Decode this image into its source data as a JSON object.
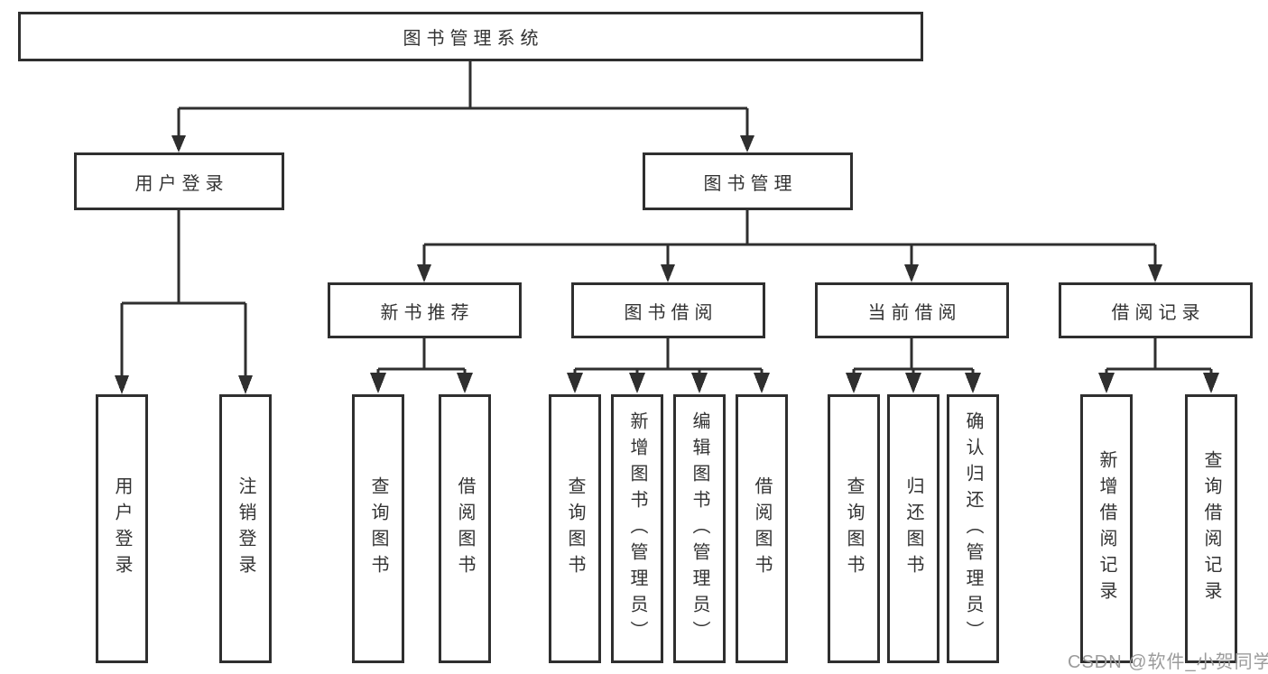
{
  "diagram": {
    "type": "hierarchy-tree",
    "colors": {
      "line": "#2f2f2f",
      "box_border": "#2f2f2f",
      "box_fill": "#ffffff",
      "text": "#333333",
      "watermark": "#9b9b9b",
      "background": "#ffffff"
    }
  },
  "tree": {
    "label": "图书管理系统",
    "children": [
      {
        "label": "用户登录",
        "children": [
          {
            "label": "用户登录"
          },
          {
            "label": "注销登录"
          }
        ]
      },
      {
        "label": "图书管理",
        "children": [
          {
            "label": "新书推荐",
            "children": [
              {
                "label": "查询图书"
              },
              {
                "label": "借阅图书"
              }
            ]
          },
          {
            "label": "图书借阅",
            "children": [
              {
                "label": "查询图书"
              },
              {
                "label": "新增图书（管理员）"
              },
              {
                "label": "编辑图书（管理员）"
              },
              {
                "label": "借阅图书"
              }
            ]
          },
          {
            "label": "当前借阅",
            "children": [
              {
                "label": "查询图书"
              },
              {
                "label": "归还图书"
              },
              {
                "label": "确认归还（管理员）"
              }
            ]
          },
          {
            "label": "借阅记录",
            "children": [
              {
                "label": "新增借阅记录"
              },
              {
                "label": "查询借阅记录"
              }
            ]
          }
        ]
      }
    ]
  },
  "watermark": {
    "text": "CSDN @软件_小贺同学"
  }
}
